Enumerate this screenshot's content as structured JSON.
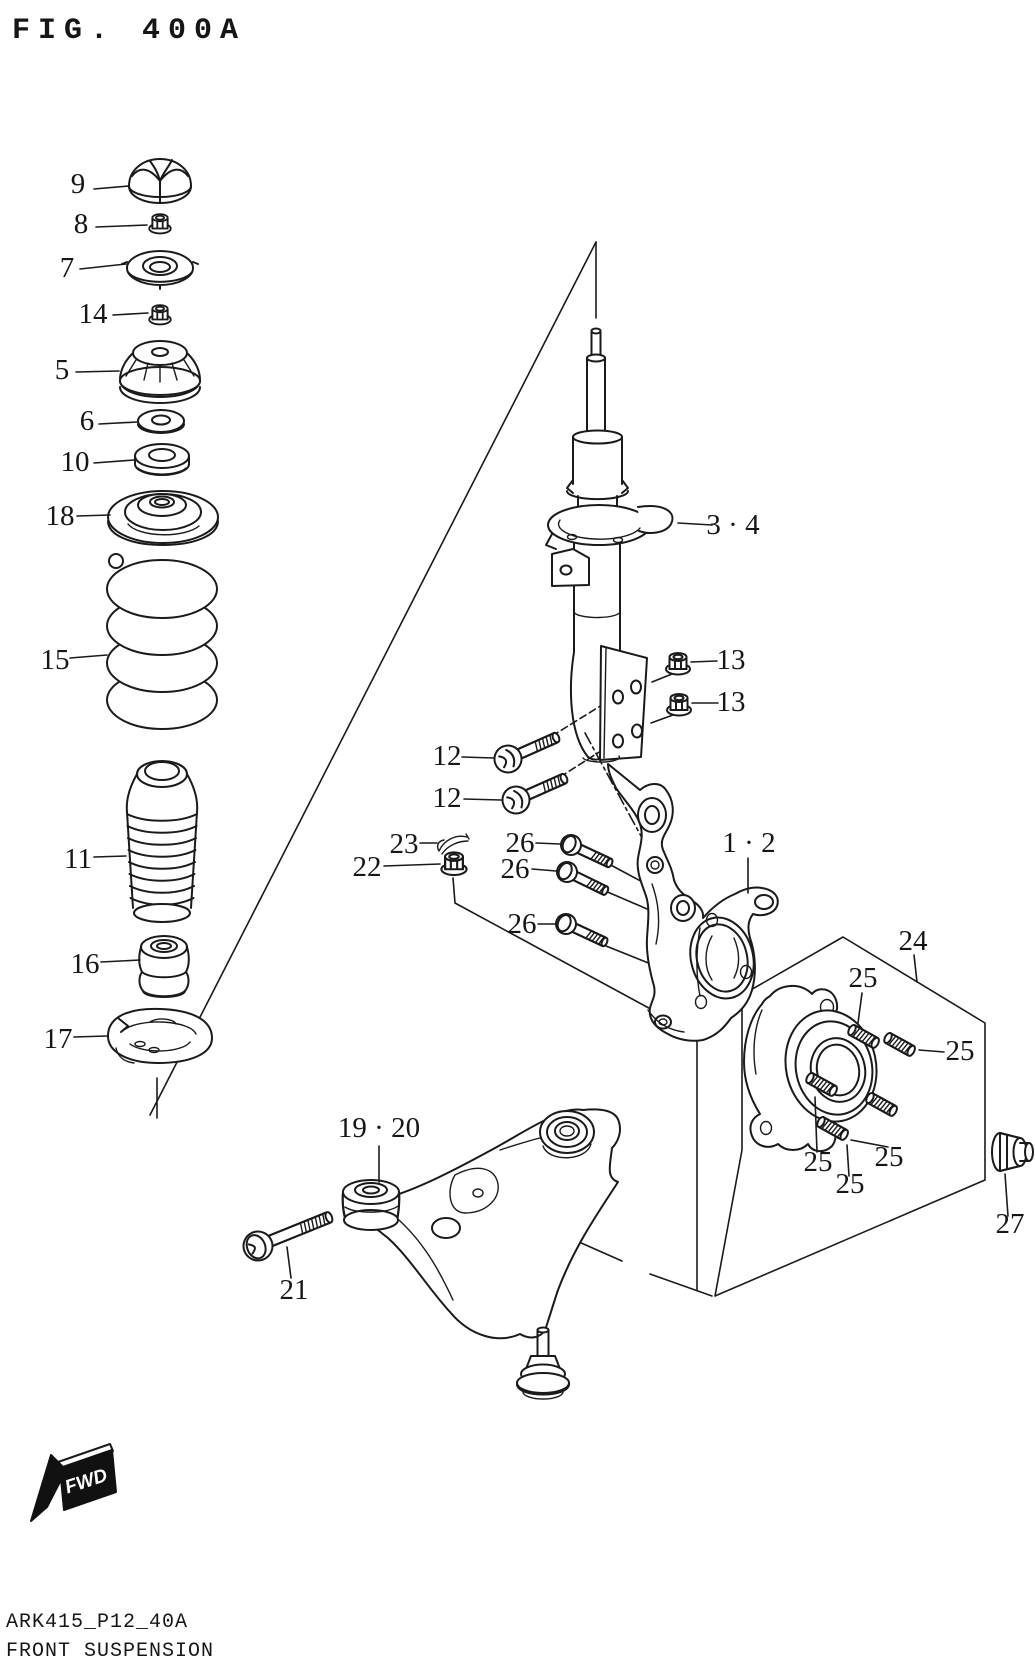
{
  "title": "FIG. 400A",
  "footer": {
    "drawing_code": "ARK415_P12_40A",
    "drawing_name": "FRONT SUSPENSION"
  },
  "direction_marker": {
    "label": "FWD"
  },
  "colors": {
    "line": "#1a1a1a",
    "background": "#ffffff"
  },
  "callouts": [
    "9",
    "8",
    "7",
    "14",
    "5",
    "6",
    "10",
    "18",
    "15",
    "11",
    "16",
    "17",
    "3 · 4",
    "13",
    "13",
    "12",
    "12",
    "23",
    "22",
    "26",
    "26",
    "26",
    "1 · 2",
    "24",
    "25",
    "25",
    "25",
    "25",
    "25",
    "27",
    "19 · 20",
    "21"
  ]
}
